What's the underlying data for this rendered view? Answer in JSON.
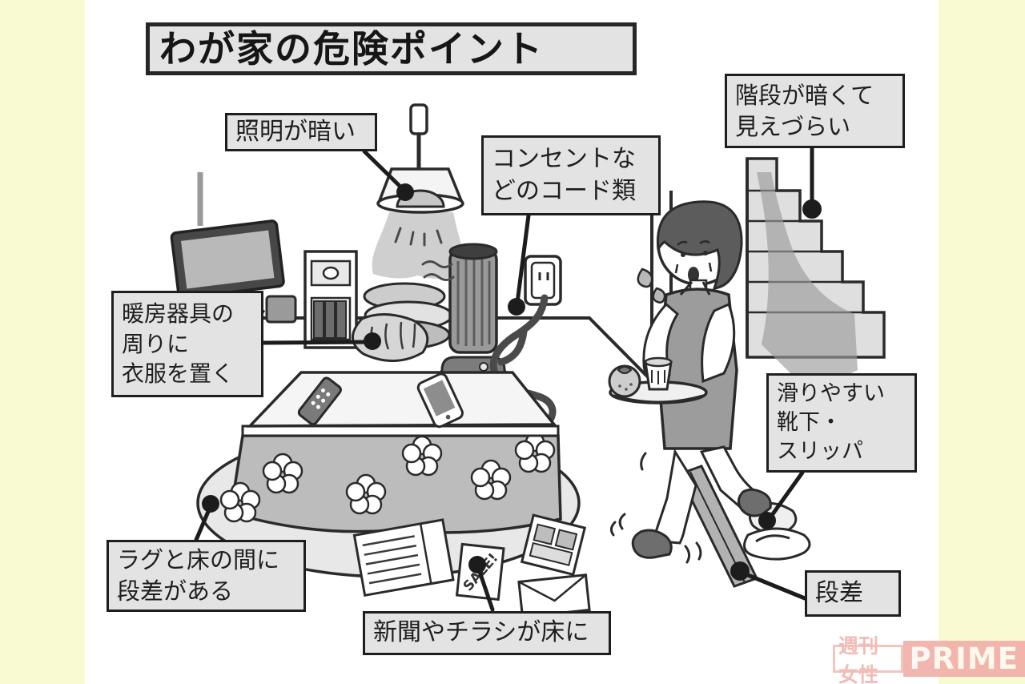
{
  "title": {
    "text": "わが家の危険ポイント"
  },
  "labels": {
    "lighting": {
      "lines": [
        "照明が暗い"
      ]
    },
    "stairs_dark": {
      "lines": [
        "階段が暗くて",
        "見えづらい"
      ]
    },
    "cords": {
      "lines": [
        "コンセントな",
        "どのコード類"
      ]
    },
    "heater_clothes": {
      "lines": [
        "暖房器具の",
        "周りに",
        "衣服を置く"
      ]
    },
    "slippery": {
      "lines": [
        "滑りやすい",
        "靴下・",
        "スリッパ"
      ]
    },
    "rug_gap": {
      "lines": [
        "ラグと床の間に",
        "段差がある"
      ]
    },
    "step": {
      "lines": [
        "段差"
      ]
    },
    "newspaper": {
      "lines": [
        "新聞やチラシが床に"
      ]
    }
  },
  "scene": {
    "sale_flyer_text": "SALE!"
  },
  "watermark": {
    "jp": "週刊女性",
    "prime": "PRIME"
  },
  "colors": {
    "side_bg": "#FAFAD2",
    "label_bg": "#E3E3E3",
    "ink": "#1E1E1E",
    "wm_pink": "#F0ACA6"
  }
}
